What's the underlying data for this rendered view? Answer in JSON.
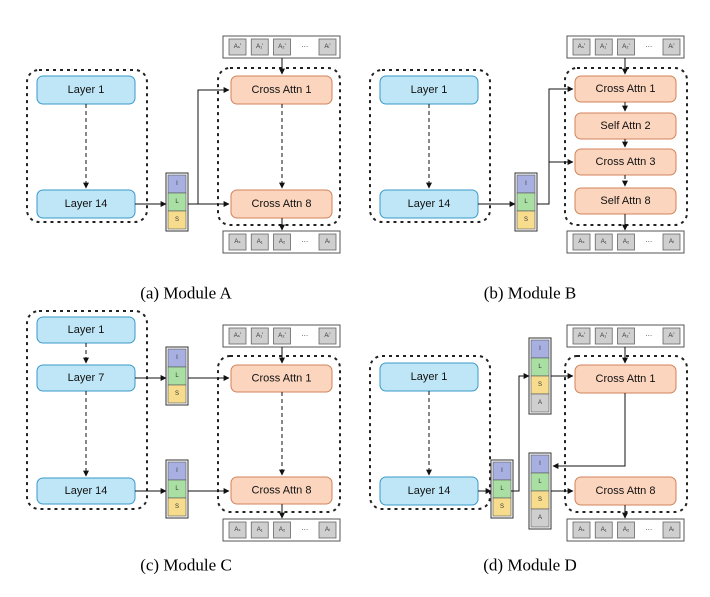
{
  "colors": {
    "layer_fill": "#bfe6f7",
    "layer_stroke": "#3a9ac9",
    "attn_fill": "#fbd5be",
    "attn_stroke": "#d1825a",
    "tok_I": "#a7b0e0",
    "tok_L": "#a9dfa2",
    "tok_S": "#f7dc8e",
    "tok_A": "#cfcfcf"
  },
  "tokens": {
    "I": "I",
    "L": "L",
    "S": "S",
    "A": "A",
    "ellipsis": "···"
  },
  "query_tokens": [
    "Aₛ'",
    "A₁'",
    "A₂'",
    "Aₗ'"
  ],
  "output_tokens": [
    "Aₛ",
    "A₁",
    "A₂",
    "Aₗ"
  ],
  "panels": {
    "a": {
      "caption": "(a) Module A",
      "encoder": [
        "Layer 1",
        "Layer 14"
      ],
      "decoder": [
        "Cross Attn 1",
        "Cross Attn 8"
      ]
    },
    "b": {
      "caption": "(b) Module B",
      "encoder": [
        "Layer 1",
        "Layer 14"
      ],
      "decoder": [
        "Cross Attn 1",
        "Self Attn 2",
        "Cross Attn 3",
        "Self Attn 8"
      ]
    },
    "c": {
      "caption": "(c) Module C",
      "encoder": [
        "Layer 1",
        "Layer 7",
        "Layer 14"
      ],
      "decoder": [
        "Cross Attn 1",
        "Cross Attn 8"
      ]
    },
    "d": {
      "caption": "(d) Module D",
      "encoder": [
        "Layer 1",
        "Layer 14"
      ],
      "decoder": [
        "Cross Attn 1",
        "Cross Attn 8"
      ]
    }
  }
}
